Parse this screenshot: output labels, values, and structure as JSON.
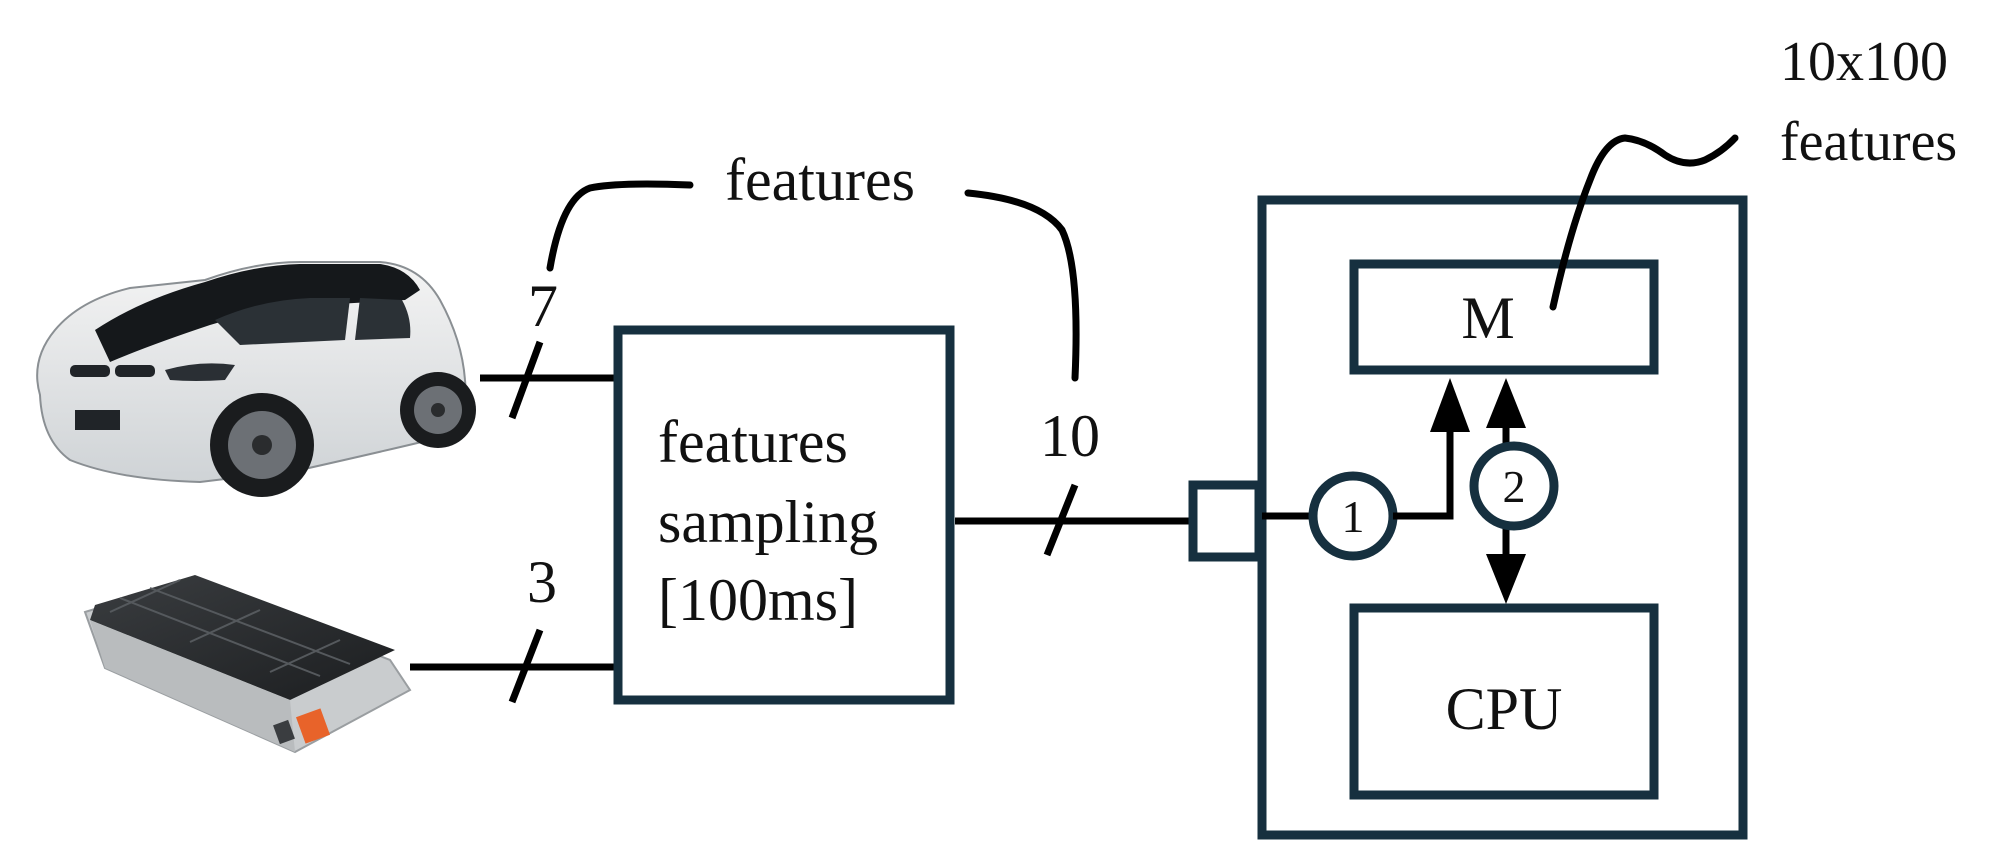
{
  "labels": {
    "features_bus": "features",
    "car_bus_width": "7",
    "battery_bus_width": "3",
    "sampler_line1": "features",
    "sampler_line2": "sampling",
    "sampler_line3": "[100ms]",
    "output_bus_width": "10",
    "memory": "M",
    "cpu": "CPU",
    "step_1": "1",
    "step_2": "2",
    "memory_size_line1": "10x100",
    "memory_size_line2": "features"
  },
  "colors": {
    "box_stroke": "#16303f",
    "wire": "#000000",
    "battery_connector": "#e8632a"
  },
  "icons": {
    "car": "electric-car-icon",
    "battery": "battery-pack-icon"
  }
}
